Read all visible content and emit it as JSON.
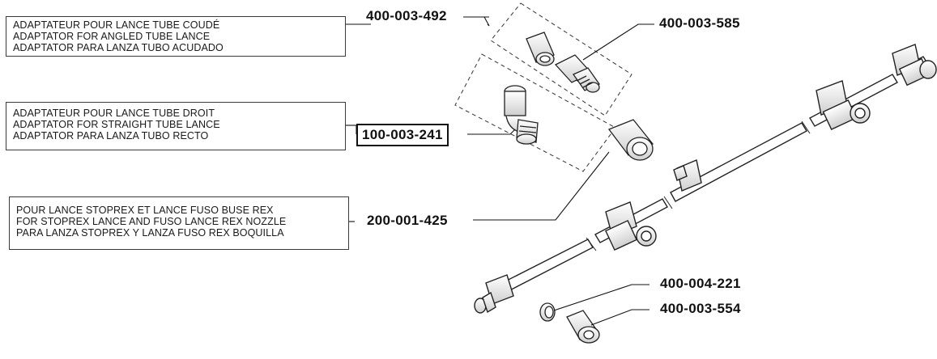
{
  "descriptions": {
    "angled": {
      "fr": "ADAPTATEUR POUR LANCE TUBE COUDÉ",
      "en": "ADAPTATOR FOR ANGLED TUBE LANCE",
      "es": "ADAPTATOR PARA LANZA TUBO ACUDADO"
    },
    "straight": {
      "fr": "ADAPTATEUR POUR LANCE TUBE DROIT",
      "en": "ADAPTATOR FOR STRAIGHT TUBE LANCE",
      "es": "ADAPTATOR PARA LANZA TUBO RECTO"
    },
    "stoprex": {
      "fr": "POUR LANCE STOPREX ET LANCE FUSO BUSE REX",
      "en": "FOR STOPREX LANCE AND FUSO LANCE REX NOZZLE",
      "es": "PARA LANZA STOPREX Y LANZA FUSO REX BOQUILLA"
    }
  },
  "part_numbers": {
    "p492": "400-003-492",
    "p585": "400-003-585",
    "p241": "100-003-241",
    "p425": "200-001-425",
    "p221": "400-004-221",
    "p554": "400-003-554"
  }
}
